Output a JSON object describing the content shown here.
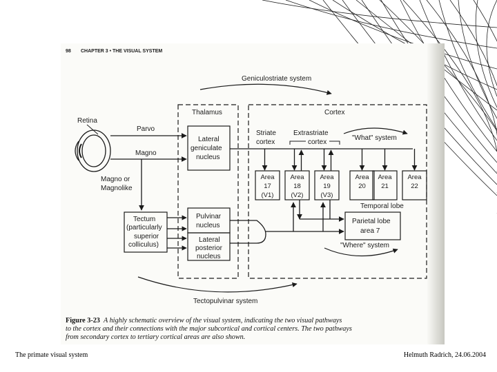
{
  "page": {
    "header_page": "98",
    "header_chapter": "CHAPTER 3 • THE VISUAL SYSTEM"
  },
  "labels": {
    "geniculostriate": "Geniculostriate system",
    "thalamus": "Thalamus",
    "cortex": "Cortex",
    "retina": "Retina",
    "parvo": "Parvo",
    "magno": "Magno",
    "magno_or": "Magno or",
    "magnolike": "Magnolike",
    "lgn": [
      "Lateral",
      "geniculate",
      "nucleus"
    ],
    "striate": [
      "Striate",
      "cortex"
    ],
    "extrastriate": [
      "Extrastriate",
      "cortex"
    ],
    "what_system": "\"What\" system",
    "where_system": "\"Where\" system",
    "tectum": [
      "Tectum",
      "(particularly",
      "superior",
      "colliculus)"
    ],
    "pulvinar": [
      "Pulvinar",
      "nucleus"
    ],
    "lateral_posterior": [
      "Lateral",
      "posterior",
      "nucleus"
    ],
    "temporal_lobe": "Temporal lobe",
    "parietal": [
      "Parietal lobe",
      "area 7"
    ],
    "tectopulvinar": "Tectopulvinar system"
  },
  "areas": [
    {
      "name": "Area",
      "num": "17",
      "sub": "(V1)"
    },
    {
      "name": "Area",
      "num": "18",
      "sub": "(V2)"
    },
    {
      "name": "Area",
      "num": "19",
      "sub": "(V3)"
    },
    {
      "name": "Area",
      "num": "20",
      "sub": ""
    },
    {
      "name": "Area",
      "num": "21",
      "sub": ""
    },
    {
      "name": "Area",
      "num": "22",
      "sub": ""
    }
  ],
  "caption": {
    "fig": "Figure 3-23",
    "line1": "A highly schematic overview of the visual system, indicating the two visual pathways",
    "line2": "to the cortex and their connections with the major subcortical and cortical centers. The two pathways",
    "line3": "from secondary cortex to tertiary cortical areas are also shown."
  },
  "footer": {
    "left": "The primate visual system",
    "right": "Helmuth Radrich, 24.06.2004"
  }
}
